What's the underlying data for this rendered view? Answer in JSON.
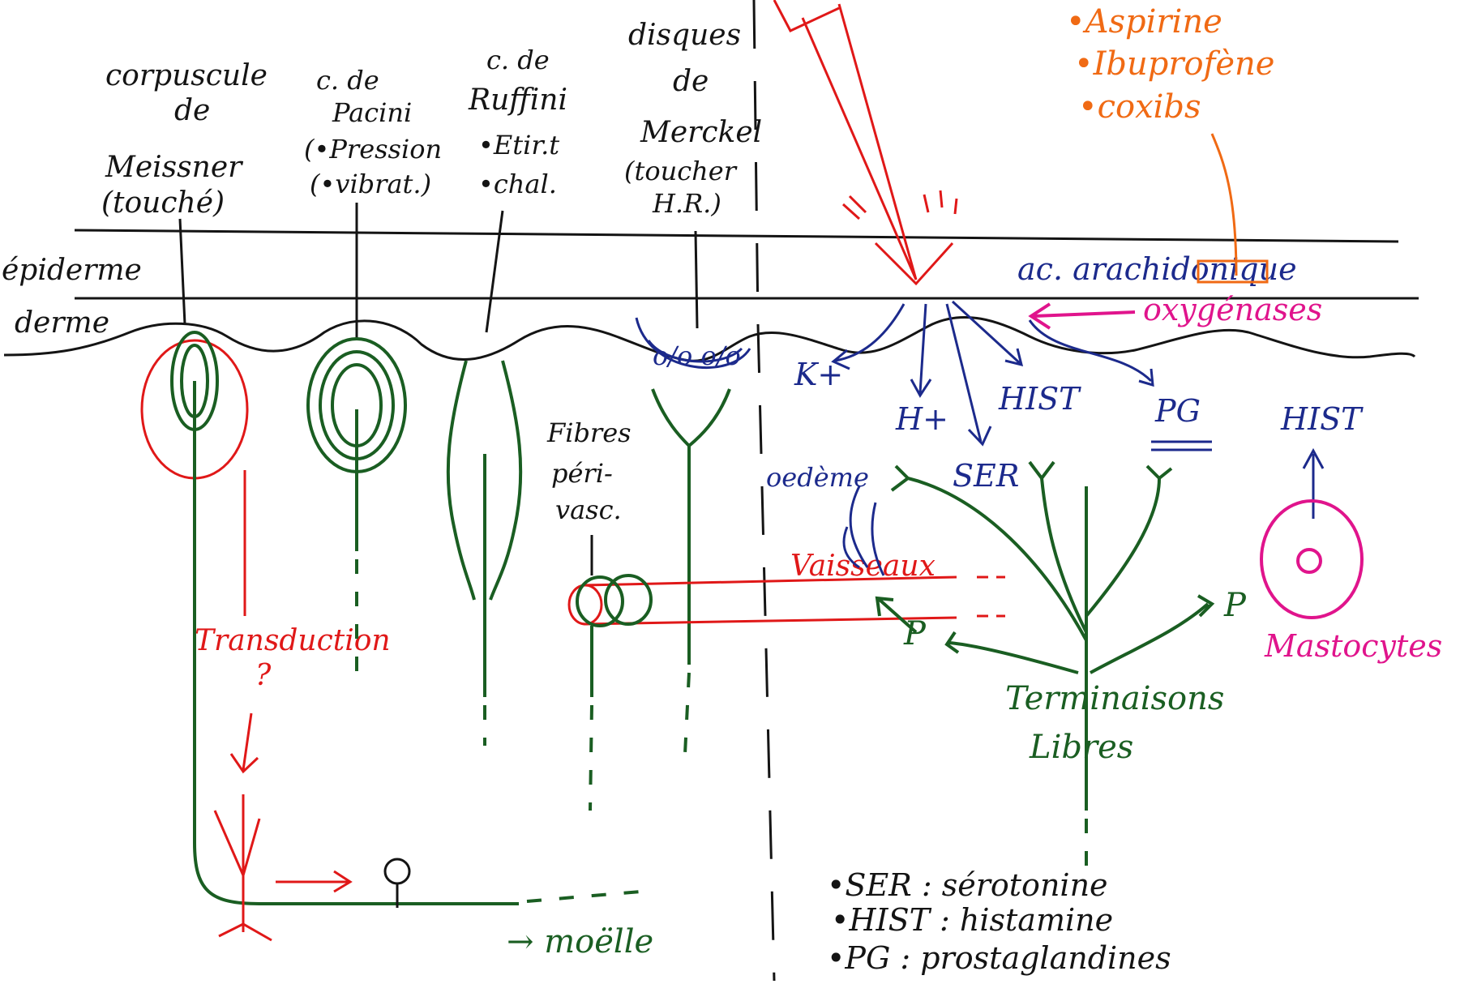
{
  "layers": {
    "epidermis": "épiderme",
    "dermis": "derme"
  },
  "receptors": {
    "meissner": {
      "line1": "corpuscule",
      "line2": "de",
      "line3": "Meissner",
      "line4": "(touché)"
    },
    "pacini": {
      "line1": "c. de",
      "line2": "Pacini",
      "line3": "(•Pression",
      "line4": "(•vibrat.)"
    },
    "ruffini": {
      "line1": "c. de",
      "line2": "Ruffini",
      "line3": "•Etir.t",
      "line4": "•chal."
    },
    "merkel": {
      "line1": "disques",
      "line2": "de",
      "line3": "Merckel",
      "line4": "(toucher",
      "line5": "H.R.)"
    }
  },
  "fibers_label": {
    "line1": "Fibres",
    "line2": "péri-",
    "line3": "vasc."
  },
  "transduction": {
    "label": "Transduction",
    "question": "?"
  },
  "moelle": "→ moëlle",
  "vessel": "Vaisseaux",
  "drugs": [
    "•Aspirine",
    "•Ibuprofène",
    "•coxibs"
  ],
  "chemistry": {
    "arachidonic": "ac. arachidonique",
    "oxygenase": "oxygénases",
    "k": "K+",
    "h": "H+",
    "hist": "HIST",
    "pg": "PG",
    "ser": "SER",
    "oedeme": "oedème",
    "p_left": "P",
    "p_right": "P"
  },
  "free_endings": {
    "line1": "Terminaisons",
    "line2": "Libres"
  },
  "mastocytes": {
    "hist": "HIST",
    "label": "Mastocytes"
  },
  "legend": [
    "•SER : sérotonine",
    "•HIST : histamine",
    "•PG : prostaglandines"
  ],
  "colors": {
    "ink_black": "#141414",
    "ink_red": "#e01818",
    "ink_green": "#1a5e22",
    "ink_blue": "#1c2a8c",
    "ink_orange": "#f06a14",
    "ink_magenta": "#e0148c"
  }
}
